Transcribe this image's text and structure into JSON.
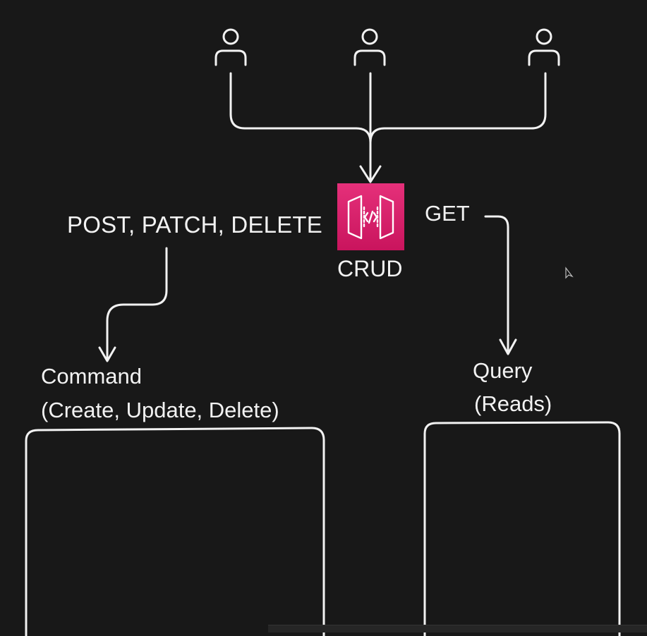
{
  "diagram": {
    "actors": [
      {
        "icon": "user-icon"
      },
      {
        "icon": "user-icon"
      },
      {
        "icon": "user-icon"
      }
    ],
    "gateway": {
      "icon": "api-gateway-icon",
      "label": "CRUD",
      "color": "#d91c6a"
    },
    "command_methods": "POST, PATCH, DELETE",
    "query_methods": "GET",
    "command": {
      "title": "Command",
      "subtitle": "(Create, Update, Delete)"
    },
    "query": {
      "title": "Query",
      "subtitle": "(Reads)"
    },
    "colors": {
      "background": "#181818",
      "stroke": "#f2f2f2"
    }
  }
}
